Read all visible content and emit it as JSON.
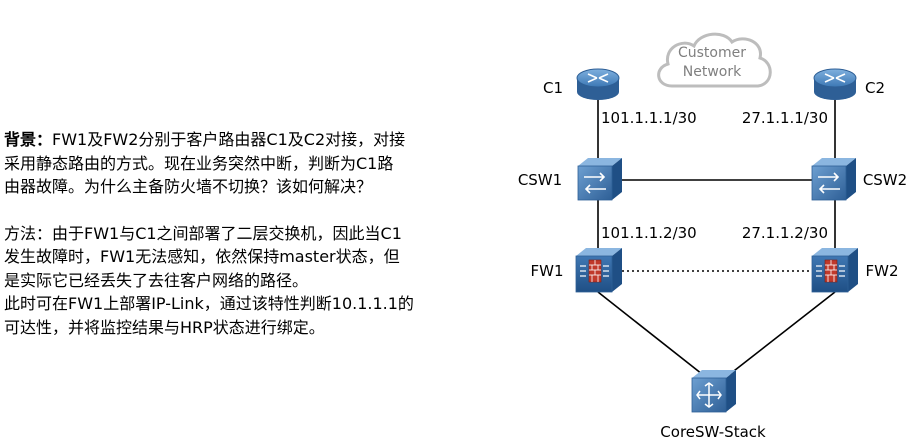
{
  "text": {
    "background_label": "背景：",
    "background_line1": "FW1及FW2分别于客户路由器C1及C2对接，对接",
    "background_line2": "采用静态路由的方式。现在业务突然中断，判断为C1路",
    "background_line3": "由器故障。为什么主备防火墙不切换？该如何解决？",
    "method_line1": "方法：由于FW1与C1之间部署了二层交换机，因此当C1",
    "method_line2": "发生故障时，FW1无法感知，依然保持master状态，但",
    "method_line3": "是实际它已经丢失了去往客户网络的路径。",
    "method_line4": "此时可在FW1上部署IP-Link，通过该特性判断10.1.1.1的",
    "method_line5": "可达性，并将监控结果与HRP状态进行绑定。"
  },
  "diagram": {
    "cloud": {
      "line1": "Customer",
      "line2": "Network"
    },
    "nodes": {
      "c1": {
        "label": "C1",
        "icon": "router-icon"
      },
      "c2": {
        "label": "C2",
        "icon": "router-icon"
      },
      "csw1": {
        "label": "CSW1",
        "icon": "switch-icon"
      },
      "csw2": {
        "label": "CSW2",
        "icon": "switch-icon"
      },
      "fw1": {
        "label": "FW1",
        "icon": "firewall-icon"
      },
      "fw2": {
        "label": "FW2",
        "icon": "firewall-icon"
      },
      "core": {
        "label": "CoreSW-Stack",
        "icon": "core-switch-icon"
      }
    },
    "links": {
      "c1_csw1_ip": "101.1.1.1/30",
      "c2_csw2_ip": "27.1.1.1/30",
      "csw1_fw1_ip": "101.1.1.2/30",
      "csw2_fw2_ip": "27.1.1.2/30"
    }
  },
  "colors": {
    "device_blue": "#2e6aa6",
    "device_light": "#6d9fd1",
    "firewall_red": "#c0392b",
    "cloud_gray": "#bdbdbd",
    "line": "#000000"
  }
}
